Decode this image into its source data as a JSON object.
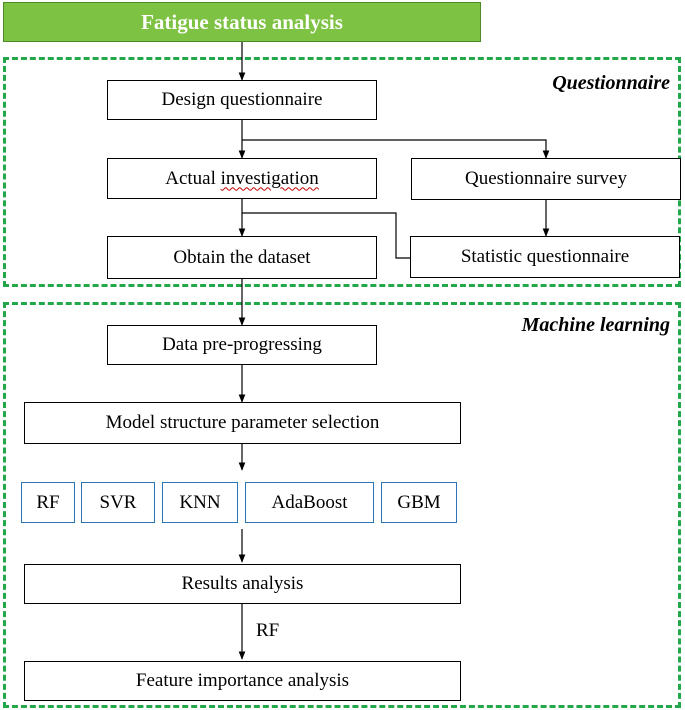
{
  "title": "Fatigue status analysis",
  "sections": {
    "questionnaire": "Questionnaire",
    "machine_learning": "Machine learning"
  },
  "nodes": {
    "design": "Design questionnaire",
    "actual_prefix": "Actual ",
    "actual_word": "investigation",
    "survey": "Questionnaire survey",
    "dataset": "Obtain the dataset",
    "statistic": "Statistic questionnaire",
    "preprocess": "Data pre-progressing",
    "model_selection": "Model structure parameter selection",
    "results": "Results analysis",
    "feature": "Feature importance analysis"
  },
  "models": [
    "RF",
    "SVR",
    "KNN",
    "AdaBoost",
    "GBM"
  ],
  "edge_label": "RF",
  "colors": {
    "title_fill": "#7dc242",
    "dashed_border": "#22a84a",
    "model_border": "#2e74b5"
  }
}
